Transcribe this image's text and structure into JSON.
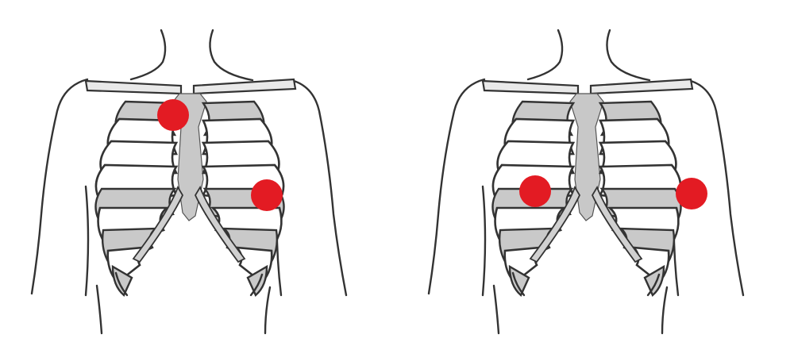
{
  "figures": [
    {
      "id": "left",
      "electrodes": [
        {
          "name": "right-upper-chest-electrode"
        },
        {
          "name": "left-lower-chest-electrode"
        }
      ]
    },
    {
      "id": "right",
      "electrodes": [
        {
          "name": "right-lateral-chest-electrode"
        },
        {
          "name": "left-lateral-chest-electrode"
        }
      ]
    }
  ],
  "colors": {
    "electrode": "#e31b23",
    "outline": "#333333",
    "bone_fill": "#c9c9c9"
  },
  "icons": [
    "torso-illustration",
    "rib-cage-illustration",
    "electrode-dot-icon"
  ]
}
